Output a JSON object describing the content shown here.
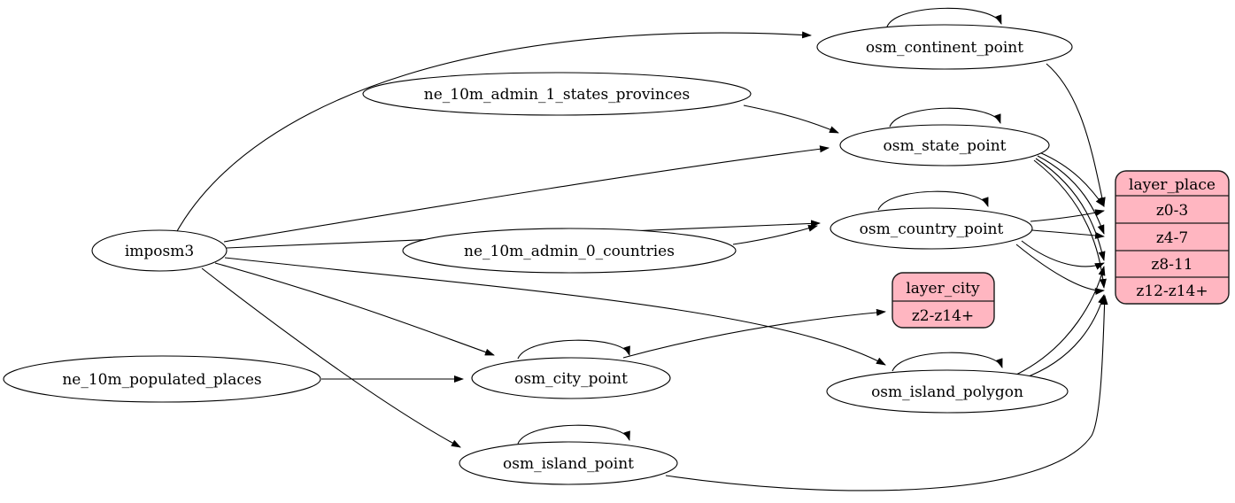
{
  "diagram": {
    "type": "directed-graph",
    "background_color": "#ffffff",
    "table_node_fill": "#ffffff",
    "layer_node_fill": "#ffb6c1",
    "edge_color": "#000000",
    "nodes": {
      "imposm3": {
        "label": "imposm3",
        "shape": "ellipse"
      },
      "ne_10m_admin_1_states_provinces": {
        "label": "ne_10m_admin_1_states_provinces",
        "shape": "ellipse"
      },
      "ne_10m_admin_0_countries": {
        "label": "ne_10m_admin_0_countries",
        "shape": "ellipse"
      },
      "ne_10m_populated_places": {
        "label": "ne_10m_populated_places",
        "shape": "ellipse"
      },
      "osm_continent_point": {
        "label": "osm_continent_point",
        "shape": "ellipse"
      },
      "osm_state_point": {
        "label": "osm_state_point",
        "shape": "ellipse"
      },
      "osm_country_point": {
        "label": "osm_country_point",
        "shape": "ellipse"
      },
      "osm_city_point": {
        "label": "osm_city_point",
        "shape": "ellipse"
      },
      "osm_island_polygon": {
        "label": "osm_island_polygon",
        "shape": "ellipse"
      },
      "osm_island_point": {
        "label": "osm_island_point",
        "shape": "ellipse"
      },
      "layer_city": {
        "title": "layer_city",
        "rows": [
          "z2-z14+"
        ],
        "shape": "record"
      },
      "layer_place": {
        "title": "layer_place",
        "rows": [
          "z0-3",
          "z4-7",
          "z8-11",
          "z12-z14+"
        ],
        "shape": "record"
      }
    },
    "edges": [
      {
        "from": "imposm3",
        "to": "osm_continent_point"
      },
      {
        "from": "imposm3",
        "to": "osm_state_point"
      },
      {
        "from": "imposm3",
        "to": "osm_country_point"
      },
      {
        "from": "imposm3",
        "to": "osm_city_point"
      },
      {
        "from": "imposm3",
        "to": "osm_island_polygon"
      },
      {
        "from": "imposm3",
        "to": "osm_island_point"
      },
      {
        "from": "ne_10m_admin_1_states_provinces",
        "to": "osm_state_point"
      },
      {
        "from": "ne_10m_admin_0_countries",
        "to": "osm_country_point"
      },
      {
        "from": "ne_10m_populated_places",
        "to": "osm_city_point"
      },
      {
        "from": "osm_continent_point",
        "to": "osm_continent_point"
      },
      {
        "from": "osm_state_point",
        "to": "osm_state_point"
      },
      {
        "from": "osm_country_point",
        "to": "osm_country_point"
      },
      {
        "from": "osm_city_point",
        "to": "osm_city_point"
      },
      {
        "from": "osm_island_polygon",
        "to": "osm_island_polygon"
      },
      {
        "from": "osm_island_point",
        "to": "osm_island_point"
      },
      {
        "from": "osm_continent_point",
        "to": "layer_place",
        "row": "z0-3"
      },
      {
        "from": "osm_state_point",
        "to": "layer_place",
        "row": "z0-3"
      },
      {
        "from": "osm_state_point",
        "to": "layer_place",
        "row": "z4-7"
      },
      {
        "from": "osm_state_point",
        "to": "layer_place",
        "row": "z8-11"
      },
      {
        "from": "osm_state_point",
        "to": "layer_place",
        "row": "z12-z14+"
      },
      {
        "from": "osm_country_point",
        "to": "layer_place",
        "row": "z0-3"
      },
      {
        "from": "osm_country_point",
        "to": "layer_place",
        "row": "z4-7"
      },
      {
        "from": "osm_country_point",
        "to": "layer_place",
        "row": "z8-11"
      },
      {
        "from": "osm_country_point",
        "to": "layer_place",
        "row": "z12-z14+"
      },
      {
        "from": "osm_city_point",
        "to": "layer_city",
        "row": "z2-z14+"
      },
      {
        "from": "osm_island_polygon",
        "to": "layer_place",
        "row": "z8-11"
      },
      {
        "from": "osm_island_polygon",
        "to": "layer_place",
        "row": "z12-z14+"
      },
      {
        "from": "osm_island_point",
        "to": "layer_place",
        "row": "z12-z14+"
      }
    ]
  }
}
